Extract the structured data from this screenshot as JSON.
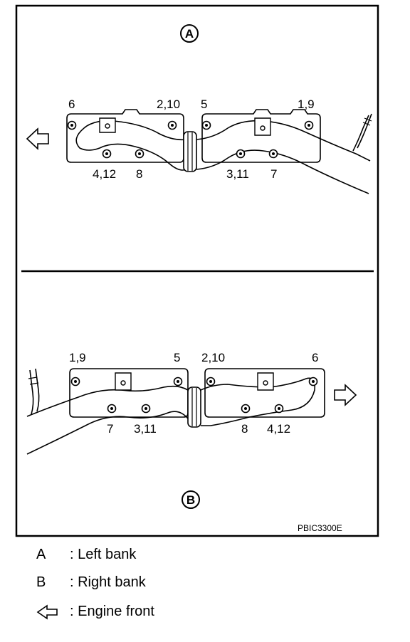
{
  "figure_id": "PBIC3300E",
  "panel_a": {
    "marker": "A",
    "bolt_labels": [
      "6",
      "2,10",
      "5",
      "1,9",
      "4,12",
      "8",
      "3,11",
      "7"
    ]
  },
  "panel_b": {
    "marker": "B",
    "bolt_labels": [
      "1,9",
      "5",
      "2,10",
      "6",
      "7",
      "3,11",
      "8",
      "4,12"
    ]
  },
  "legend": [
    {
      "key": "A",
      "text": ": Left bank"
    },
    {
      "key": "B",
      "text": ": Right bank"
    },
    {
      "key": "arrow-icon",
      "text": ": Engine front"
    }
  ]
}
